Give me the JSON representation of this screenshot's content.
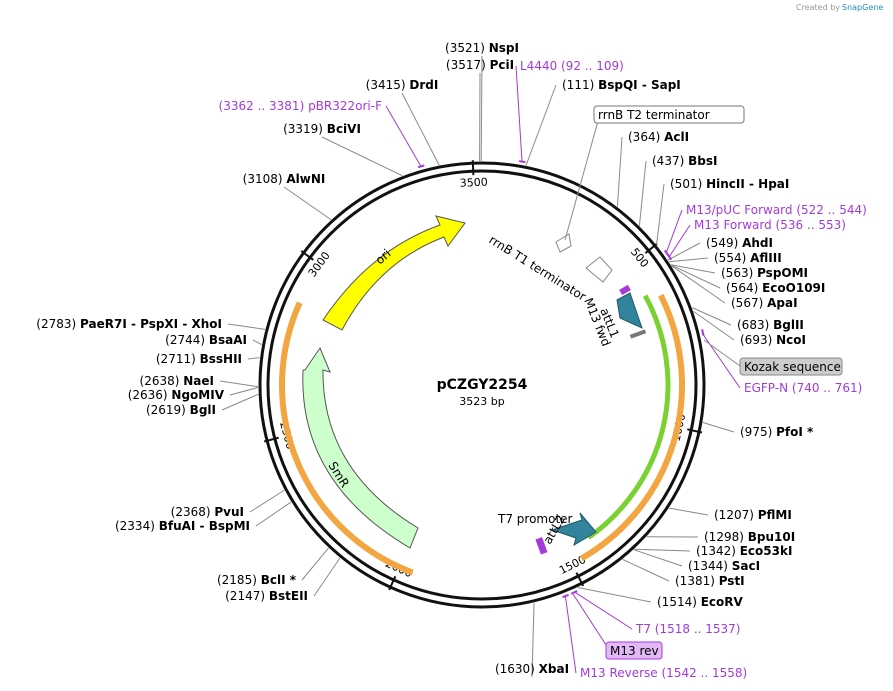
{
  "credit": {
    "text": "Created by",
    "brand": "SnapGene"
  },
  "plasmid": {
    "name": "pCZGY2254",
    "size": "3523 bp",
    "length": 3523
  },
  "ticks": [
    {
      "pos": 500,
      "label": "500"
    },
    {
      "pos": 1000,
      "label": "1000"
    },
    {
      "pos": 1500,
      "label": "1500"
    },
    {
      "pos": 2000,
      "label": "2000"
    },
    {
      "pos": 2500,
      "label": "2500"
    },
    {
      "pos": 3000,
      "label": "3000"
    },
    {
      "pos": 3500,
      "label": "3500"
    }
  ],
  "sites": [
    {
      "coord": "(3521)",
      "name": "NspI",
      "pos": 3521
    },
    {
      "coord": "(3517)",
      "name": "PciI",
      "pos": 3517
    },
    {
      "coord": "(3415)",
      "name": "DrdI",
      "pos": 3415
    },
    {
      "coord": "(3319)",
      "name": "BciVI",
      "pos": 3319
    },
    {
      "coord": "(3108)",
      "name": "AlwNI",
      "pos": 3108
    },
    {
      "coord": "(2783)",
      "name": "PaeR7I  - PspXI  - XhoI",
      "pos": 2783
    },
    {
      "coord": "(2744)",
      "name": "BsaAI",
      "pos": 2744
    },
    {
      "coord": "(2711)",
      "name": "BssHII",
      "pos": 2711
    },
    {
      "coord": "(2638)",
      "name": "NaeI",
      "pos": 2638
    },
    {
      "coord": "(2636)",
      "name": "NgoMIV",
      "pos": 2636
    },
    {
      "coord": "(2619)",
      "name": "BglI",
      "pos": 2619
    },
    {
      "coord": "(2368)",
      "name": "PvuI",
      "pos": 2368
    },
    {
      "coord": "(2334)",
      "name": "BfuAI  - BspMI",
      "pos": 2334
    },
    {
      "coord": "(2185)",
      "name": "BclI *",
      "pos": 2185
    },
    {
      "coord": "(2147)",
      "name": "BstEII",
      "pos": 2147
    },
    {
      "coord": "(1630)",
      "name": "XbaI",
      "pos": 1630
    },
    {
      "coord": "(111)",
      "name": "BspQI  - SapI",
      "pos": 111
    },
    {
      "coord": "(364)",
      "name": "AclI",
      "pos": 364
    },
    {
      "coord": "(437)",
      "name": "BbsI",
      "pos": 437
    },
    {
      "coord": "(501)",
      "name": "HincII  - HpaI",
      "pos": 501
    },
    {
      "coord": "(549)",
      "name": "AhdI",
      "pos": 549
    },
    {
      "coord": "(554)",
      "name": "AflIII",
      "pos": 554
    },
    {
      "coord": "(563)",
      "name": "PspOMI",
      "pos": 563
    },
    {
      "coord": "(564)",
      "name": "EcoO109I",
      "pos": 564
    },
    {
      "coord": "(567)",
      "name": "ApaI",
      "pos": 567
    },
    {
      "coord": "(683)",
      "name": "BglII",
      "pos": 683
    },
    {
      "coord": "(693)",
      "name": "NcoI",
      "pos": 693
    },
    {
      "coord": "(975)",
      "name": "PfoI *",
      "pos": 975
    },
    {
      "coord": "(1207)",
      "name": "PflMI",
      "pos": 1207
    },
    {
      "coord": "(1298)",
      "name": "Bpu10I",
      "pos": 1298
    },
    {
      "coord": "(1342)",
      "name": "Eco53kI",
      "pos": 1342
    },
    {
      "coord": "(1344)",
      "name": "SacI",
      "pos": 1344
    },
    {
      "coord": "(1381)",
      "name": "PstI",
      "pos": 1381
    },
    {
      "coord": "(1514)",
      "name": "EcoRV",
      "pos": 1514
    }
  ],
  "primers": [
    {
      "name": "L4440",
      "range": "(92 .. 109)",
      "pos": 100
    },
    {
      "name": "pBR322ori-F",
      "range": "(3362 .. 3381)",
      "pos": 3371
    },
    {
      "name": "M13/pUC Forward",
      "range": "(522 .. 544)",
      "pos": 533
    },
    {
      "name": "M13 Forward",
      "range": "(536 .. 553)",
      "pos": 545
    },
    {
      "name": "EGFP-N",
      "range": "(740 .. 761)",
      "pos": 750
    },
    {
      "name": "T7",
      "range": "(1518 .. 1537)",
      "pos": 1527
    },
    {
      "name": "M13 Reverse",
      "range": "(1542 .. 1558)",
      "pos": 1550
    }
  ],
  "boxed_labels": [
    {
      "text": "rrnB T2 terminator"
    },
    {
      "text": "Kozak sequence"
    },
    {
      "text": "M13 rev"
    }
  ],
  "arrow_labels": {
    "ori": "ori",
    "smr": "SmR",
    "rrnb_t1": "rrnB T1 terminator",
    "m13_fwd": "M13 fwd",
    "attl1": "attL1",
    "t7_promoter": "T7 promoter",
    "attl2": "attL2"
  },
  "colors": {
    "ori": "#ffff00",
    "smr": "#ccffcc",
    "att": "#31849b",
    "primer": "#a43bd9",
    "orange": "#f2a541",
    "green": "#7ad132"
  }
}
